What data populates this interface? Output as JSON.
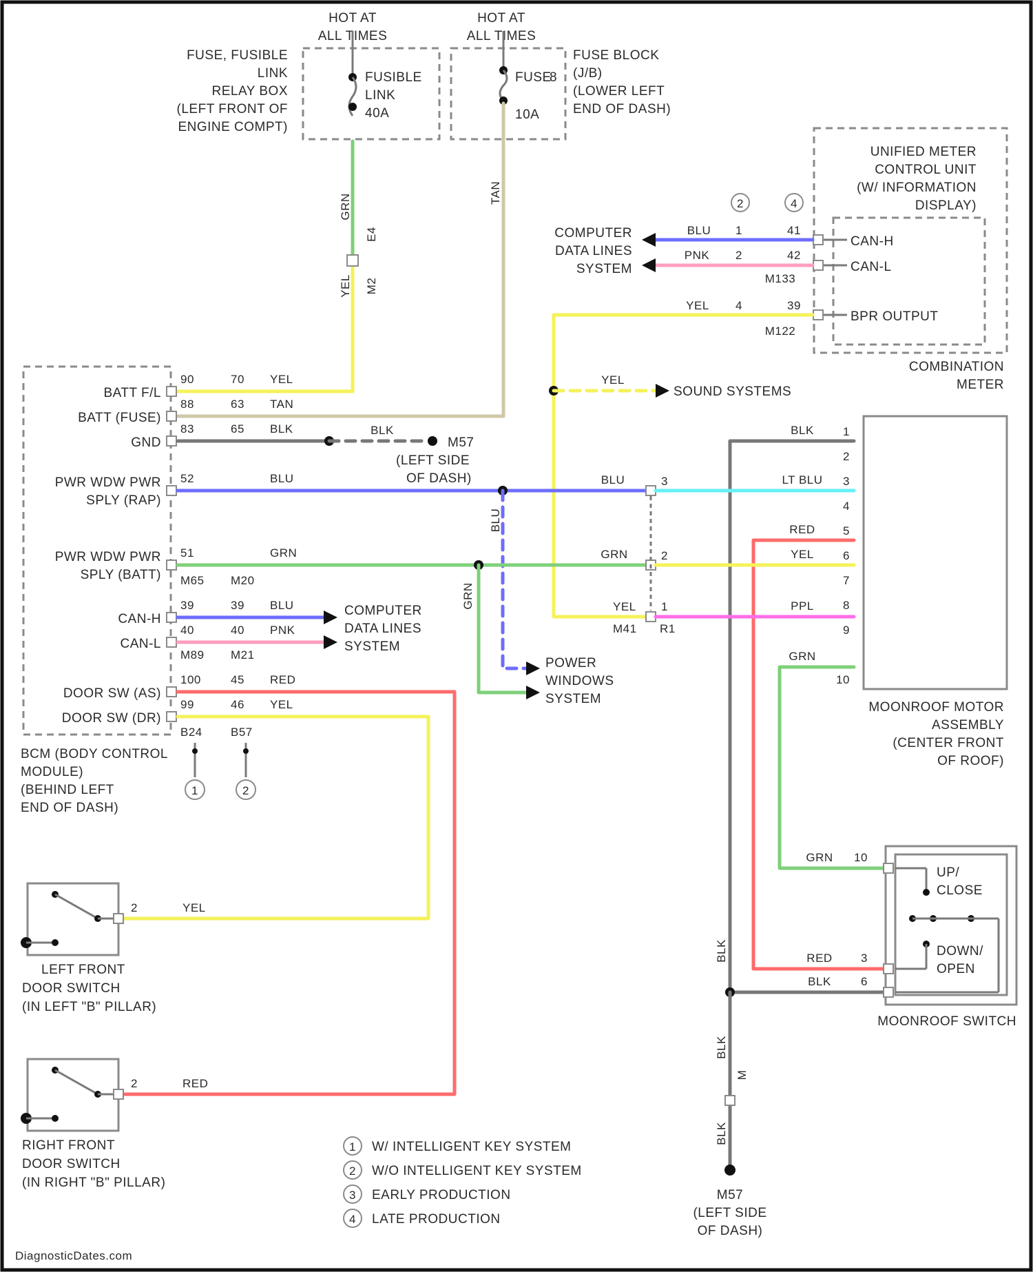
{
  "source": {
    "hot1": [
      "HOT AT",
      "ALL TIMES"
    ],
    "hot2": [
      "HOT AT",
      "ALL TIMES"
    ],
    "relay_box": [
      "FUSE, FUSIBLE",
      "LINK",
      "RELAY BOX",
      "(LEFT FRONT OF",
      "ENGINE COMPT)"
    ],
    "fusible": [
      "FUSIBLE",
      "LINK",
      "40A"
    ],
    "fuse_block": [
      "FUSE BLOCK",
      "(J/B)",
      "(LOWER LEFT",
      "END OF DASH)"
    ],
    "fuse": [
      "FUSE",
      "8",
      "10A"
    ]
  },
  "meter": {
    "unit": [
      "UNIFIED METER",
      "CONTROL UNIT",
      "(W/ INFORMATION",
      "DISPLAY)"
    ],
    "combo": [
      "COMBINATION",
      "METER"
    ],
    "can_h": "CAN-H",
    "can_l": "CAN-L",
    "bpr": "BPR OUTPUT",
    "pins": [
      "1",
      "41",
      "2",
      "42",
      "4",
      "39"
    ],
    "conn1": "M133",
    "conn2": "M122",
    "col_a": "2",
    "col_b": "4"
  },
  "computer_data": [
    "COMPUTER",
    "DATA LINES",
    "SYSTEM"
  ],
  "sound": "SOUND SYSTEMS",
  "power_windows": [
    "POWER",
    "WINDOWS",
    "SYSTEM"
  ],
  "bcm": {
    "pins": [
      {
        "label": "BATT F/L",
        "p1": "90",
        "p2": "70",
        "color": "YEL"
      },
      {
        "label": "BATT (FUSE)",
        "p1": "88",
        "p2": "63",
        "color": "TAN"
      },
      {
        "label": "GND",
        "p1": "83",
        "p2": "65",
        "color": "BLK"
      },
      {
        "label": "PWR WDW PWR SPLY (RAP)",
        "p1": "52",
        "color": "BLU"
      },
      {
        "label": "PWR WDW PWR SPLY (BATT)",
        "p1": "51",
        "color": "GRN"
      },
      {
        "label": "CAN-H",
        "p1": "39",
        "p2": "39",
        "color": "BLU"
      },
      {
        "label": "CAN-L",
        "p1": "40",
        "p2": "40",
        "color": "PNK"
      },
      {
        "label": "DOOR SW (AS)",
        "p1": "100",
        "p2": "45",
        "color": "RED"
      },
      {
        "label": "DOOR SW (DR)",
        "p1": "99",
        "p2": "46",
        "color": "YEL"
      }
    ],
    "name": [
      "BCM (BODY CONTROL",
      "MODULE)",
      "(BEHIND LEFT",
      "END OF DASH)"
    ],
    "conn_a": "M65",
    "conn_b": "M20",
    "conn_c": "M89",
    "conn_d": "M21",
    "conn_e": "B24",
    "conn_f": "B57"
  },
  "gnd_left": [
    "M57",
    "(LEFT SIDE",
    "OF DASH)"
  ],
  "gnd_bottom": [
    "M57",
    "(LEFT SIDE",
    "OF DASH)"
  ],
  "wire_labels": {
    "grn_v": "GRN",
    "e4": "E4",
    "yel_v": "YEL",
    "m2": "M2",
    "tan_v": "TAN",
    "blu": "BLU",
    "ltblu": "LT BLU",
    "grn": "GRN",
    "yel": "YEL",
    "ppl": "PPL",
    "red": "RED",
    "blk": "BLK",
    "pnk": "PNK",
    "m41": "M41",
    "r1": "R1",
    "b_v": "BLU",
    "g_v": "GRN",
    "m_v": "M"
  },
  "moonroof_motor": {
    "name": [
      "MOONROOF MOTOR",
      "ASSEMBLY",
      "(CENTER FRONT",
      "OF ROOF)"
    ],
    "pins": [
      "1",
      "2",
      "3",
      "4",
      "5",
      "6",
      "7",
      "8",
      "9",
      "10"
    ]
  },
  "moonroof_switch": {
    "name": "MOONROOF SWITCH",
    "up": [
      "UP/",
      "CLOSE"
    ],
    "down": [
      "DOWN/",
      "OPEN"
    ],
    "pins": [
      "10",
      "3",
      "6"
    ]
  },
  "lf_door": [
    "LEFT FRONT",
    "DOOR SWITCH",
    "(IN LEFT \"B\" PILLAR)"
  ],
  "rf_door": [
    "RIGHT FRONT",
    "DOOR SWITCH",
    "(IN RIGHT \"B\" PILLAR)"
  ],
  "legend": [
    {
      "n": "1",
      "text": "W/ INTELLIGENT KEY SYSTEM"
    },
    {
      "n": "2",
      "text": "W/O INTELLIGENT KEY SYSTEM"
    },
    {
      "n": "3",
      "text": "EARLY PRODUCTION"
    },
    {
      "n": "4",
      "text": "LATE PRODUCTION"
    }
  ],
  "watermark": "DiagnosticDates.com",
  "colors": {
    "green": "#7ed07a",
    "yellow": "#f5f25a",
    "tan": "#cfc8a8",
    "blue": "#6d6dff",
    "cyan": "#66f0f5",
    "red": "#ff6b6b",
    "pink": "#ff9ec0",
    "magenta": "#ff6ee8",
    "black": "#777777"
  }
}
